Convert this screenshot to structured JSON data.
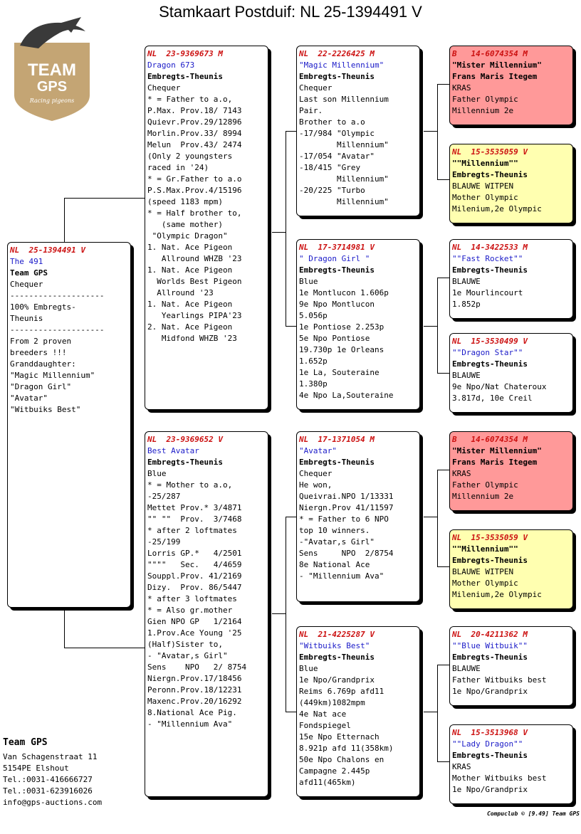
{
  "title": "Stamkaart Postduif: NL  25-1394491 V",
  "logo": {
    "big": "TEAM",
    "big2": "GPS",
    "small": "Racing pigeons"
  },
  "footer": {
    "name": "Team GPS",
    "lines": [
      "Van Schagenstraat 11",
      "5154PE  Elshout",
      "Tel.:0031-416666727",
      "Tel.:0031-623916026",
      "info@gps-auctions.com"
    ]
  },
  "credit": "Compuclub © [9.49]  Team GPS",
  "cards": [
    {
      "id": "subject",
      "ring": "NL  25-1394491 V",
      "name": "The 491",
      "breeder": "Team GPS",
      "lines": [
        "Chequer",
        "--------------------",
        "100% Embregts-",
        "Theunis",
        "--------------------",
        "From 2 proven",
        "breeders !!!",
        "",
        "Granddaughter:",
        "\"Magic Millennium\"",
        "\"Dragon Girl\"",
        "\"Avatar\"",
        "\"Witbuiks Best\""
      ]
    },
    {
      "id": "father",
      "ring": "NL  23-9369673 M",
      "name": "Dragon 673",
      "breeder": "Embregts-Theunis",
      "lines": [
        "Chequer",
        "",
        "* = Father to a.o,",
        "P.Max. Prov.18/ 7143",
        "Quievr.Prov.29/12896",
        "Morlin.Prov.33/ 8994",
        "Melun  Prov.43/ 2474",
        "(Only 2 youngsters",
        "raced in '24)",
        "",
        "* = Gr.Father to a.o",
        "P.S.Max.Prov.4/15196",
        "(speed 1183 mpm)",
        "",
        "* = Half brother to,",
        "   (same mother)",
        "",
        " \"Olympic Dragon\"",
        "1. Nat. Ace Pigeon",
        "   Allround WHZB '23",
        "1. Nat. Ace Pigeon",
        "  Worlds Best Pigeon",
        "  Allround '23",
        "1. Nat. Ace Pigeon",
        "   Yearlings PIPA'23",
        "2. Nat. Ace Pigeon",
        "   Midfond WHZB '23"
      ]
    },
    {
      "id": "mother",
      "ring": "NL  23-9369652 V",
      "name": "Best Avatar",
      "breeder": "Embregts-Theunis",
      "lines": [
        "Blue",
        "",
        "* = Mother to a.o,",
        "-25/287",
        "Mettet Prov.* 3/4871",
        "\"\" \"\"  Prov.  3/7468",
        "* after 2 loftmates",
        "-25/199",
        "Lorris GP.*   4/2501",
        "\"\"\"\"   Sec.   4/4659",
        "Souppl.Prov. 41/2169",
        "Dizy.  Prov. 86/5447",
        "* after 3 loftmates",
        "",
        "* = Also gr.mother",
        "Gien NPO GP   1/2164",
        "1.Prov.Ace Young '25",
        "",
        "(Half)Sister to,",
        "- \"Avatar,s Girl\"",
        "Sens    NPO   2/ 8754",
        "Niergn.Prov.17/18456",
        "Peronn.Prov.18/12231",
        "Maxenc.Prov.20/16292",
        "8.National Ace Pig.",
        "",
        "- \"Millennium Ava\""
      ]
    },
    {
      "id": "ff",
      "ring": "NL  22-2226425 M",
      "name": "\"Magic Millennium\"",
      "breeder": "Embregts-Theunis",
      "lines": [
        "Chequer",
        "Last son Millennium",
        "Pair.",
        "Brother to a.o",
        "-17/984 \"Olympic",
        "        Millennium\"",
        "-17/054 \"Avatar\"",
        "-18/415 \"Grey",
        "        Millennium\"",
        "-20/225 \"Turbo",
        "        Millennium\""
      ]
    },
    {
      "id": "fm",
      "ring": "NL  17-3714981 V",
      "name": "\" Dragon Girl \"",
      "breeder": "Embregts-Theunis",
      "lines": [
        "Blue",
        "1e Montlucon 1.606p",
        "9e Npo Montlucon",
        "5.056p",
        "1e Pontiose 2.253p",
        "5e Npo Pontiose",
        "19.730p 1e Orleans",
        "1.652p",
        "1e La, Souteraine",
        "1.380p",
        "4e Npo La,Souteraine"
      ]
    },
    {
      "id": "mf",
      "ring": "NL  17-1371054 M",
      "name": "\"Avatar\"",
      "breeder": "Embregts-Theunis",
      "lines": [
        "Chequer",
        "He won,",
        "Queivrai.NPO 1/13331",
        "Niergn.Prov 41/11597",
        "",
        "* = Father to 6 NPO",
        "top 10 winners.",
        "-\"Avatar,s Girl\"",
        "Sens     NPO  2/8754",
        "8e National Ace",
        "- \"Millennium Ava\""
      ]
    },
    {
      "id": "mm",
      "ring": "NL  21-4225287 V",
      "name": "\"Witbuiks Best\"",
      "breeder": "Embregts-Theunis",
      "lines": [
        "Blue",
        "1e Npo/Grandprix",
        "Reims 6.769p afd11",
        "(449km)1082mpm",
        "4e Nat ace",
        "Fondspiegel",
        "15e Npo Etternach",
        "8.921p afd 11(358km)",
        "50e Npo Chalons en",
        "Campagne 2.445p",
        "afd11(465km)"
      ]
    },
    {
      "id": "fff",
      "ring": "B   14-6074354 M",
      "name": "\"Mister Millennium\"",
      "breeder": "Frans Maris Itegem",
      "lines": [
        "KRAS",
        "Father Olympic",
        "Millennium 2e"
      ]
    },
    {
      "id": "ffm",
      "ring": "NL  15-3535059 V",
      "name": "\"\"Millennium\"\"",
      "breeder": "Embregts-Theunis",
      "lines": [
        "BLAUWE WITPEN",
        "Mother Olympic",
        "Milenium,2e Olympic"
      ]
    },
    {
      "id": "fmf",
      "ring": "NL  14-3422533 M",
      "name": "\"\"Fast Rocket\"\"",
      "breeder": "Embregts-Theunis",
      "lines": [
        "BLAUWE",
        "1e Mourlincourt",
        "1.852p"
      ]
    },
    {
      "id": "fmm",
      "ring": "NL  15-3530499 V",
      "name": "\"\"Dragon Star\"\"",
      "breeder": "Embregts-Theunis",
      "lines": [
        "BLAUWE",
        "9e Npo/Nat Chateroux",
        "3.817d, 10e Creil"
      ]
    },
    {
      "id": "mff",
      "ring": "B   14-6074354 M",
      "name": "\"Mister Millennium\"",
      "breeder": "Frans Maris Itegem",
      "lines": [
        "KRAS",
        "Father Olympic",
        "Millennium 2e"
      ]
    },
    {
      "id": "mfm",
      "ring": "NL  15-3535059 V",
      "name": "\"\"Millennium\"\"",
      "breeder": "Embregts-Theunis",
      "lines": [
        "BLAUWE WITPEN",
        "Mother Olympic",
        "Milenium,2e Olympic"
      ]
    },
    {
      "id": "mmf",
      "ring": "NL  20-4211362 M",
      "name": "\"\"Blue Witbuik\"\"",
      "breeder": "Embregts-Theunis",
      "lines": [
        "BLAUWE",
        "Father Witbuiks best",
        "1e Npo/Grandprix"
      ]
    },
    {
      "id": "mmm",
      "ring": "NL  15-3513968 V",
      "name": "\"\"Lady Dragon\"\"",
      "breeder": "Embregts-Theunis",
      "lines": [
        "KRAS",
        "Mother Witbuiks best",
        "1e Npo/Grandprix"
      ]
    }
  ]
}
